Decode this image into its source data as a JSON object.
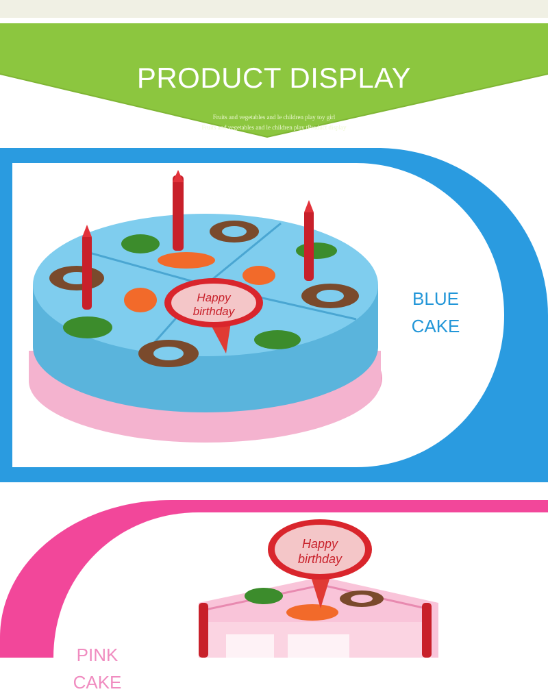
{
  "banner": {
    "title": "PRODUCT DISPLAY",
    "subtitle_line1": "Fruits and vegetables and le children play toy girl",
    "subtitle_line2": "Fruits and vegetables and le children play tProduct display",
    "color": "#8cc63f"
  },
  "products": [
    {
      "label_line1": "BLUE",
      "label_line2": "CAKE",
      "accent": "#2a9be0",
      "cake_color": "#5ab4dc"
    },
    {
      "label_line1": "PINK",
      "label_line2": "CAKE",
      "accent": "#f2479a",
      "cake_color": "#f7b8d2"
    }
  ],
  "topper": {
    "line1": "Happy",
    "line2": "birthday"
  }
}
